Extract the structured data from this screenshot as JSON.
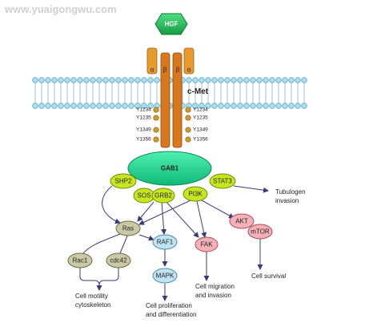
{
  "watermark": "www.yuaigongwu.com",
  "ligand": {
    "label": "HGF",
    "color": "#22c35e"
  },
  "receptor": {
    "label": "c-Met",
    "alpha_label": "α",
    "beta_label": "β",
    "sites": [
      "Y1234",
      "Y1235",
      "Y1349",
      "Y1356"
    ]
  },
  "membrane": {
    "color": "#a8def0"
  },
  "adaptor": {
    "label": "GAB1",
    "color": "#1fd38c"
  },
  "nodes": {
    "shp2": "SHP2",
    "sos": "SOS",
    "grb2": "GRB2",
    "pi3k": "PI3K",
    "stat3": "STAT3",
    "ras": "Ras",
    "raf1": "RAF1",
    "mapk": "MAPK",
    "rac1": "Rac1",
    "cdc42": "cdc42",
    "fak": "FAK",
    "akt": "AKT",
    "mtor": "mTOR"
  },
  "outcomes": {
    "tubulogen": [
      "Tubulogen",
      "invasion"
    ],
    "motility": [
      "Cell motility",
      "cytoskeleton"
    ],
    "proliferation": [
      "Cell proliferation",
      "and differentiation"
    ],
    "migration": [
      "Cell migration",
      "and invasion"
    ],
    "survival": "Cell survival"
  },
  "colors": {
    "adaptor_green": "#c8e61e",
    "ras_gray": "#c9c9a3",
    "mapk_blue": "#bfe3f0",
    "pink": "#f4b1b8",
    "receptor_orange": "#d9771c",
    "arrow": "#3a3a7a"
  }
}
